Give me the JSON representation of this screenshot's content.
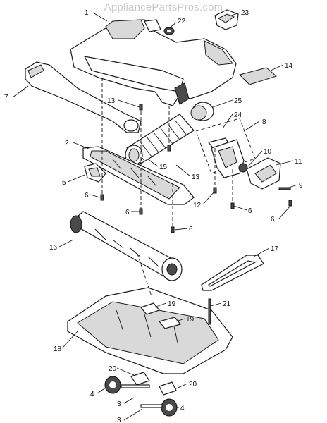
{
  "watermark": "AppliancePartsPros.com",
  "callouts": {
    "c1": "1",
    "c2": "2",
    "c3a": "3",
    "c3b": "3",
    "c4a": "4",
    "c4b": "4",
    "c5": "5",
    "c6a": "6",
    "c6b": "6",
    "c6c": "6",
    "c6d": "6",
    "c6e": "6",
    "c7": "7",
    "c8": "8",
    "c9": "9",
    "c10": "10",
    "c11": "11",
    "c12": "12",
    "c13a": "13",
    "c13b": "13",
    "c14": "14",
    "c15": "15",
    "c16": "16",
    "c17": "17",
    "c18": "18",
    "c19a": "19",
    "c19b": "19",
    "c20a": "20",
    "c20b": "20",
    "c21": "21",
    "c22": "22",
    "c23": "23",
    "c24": "24",
    "c25": "25"
  }
}
